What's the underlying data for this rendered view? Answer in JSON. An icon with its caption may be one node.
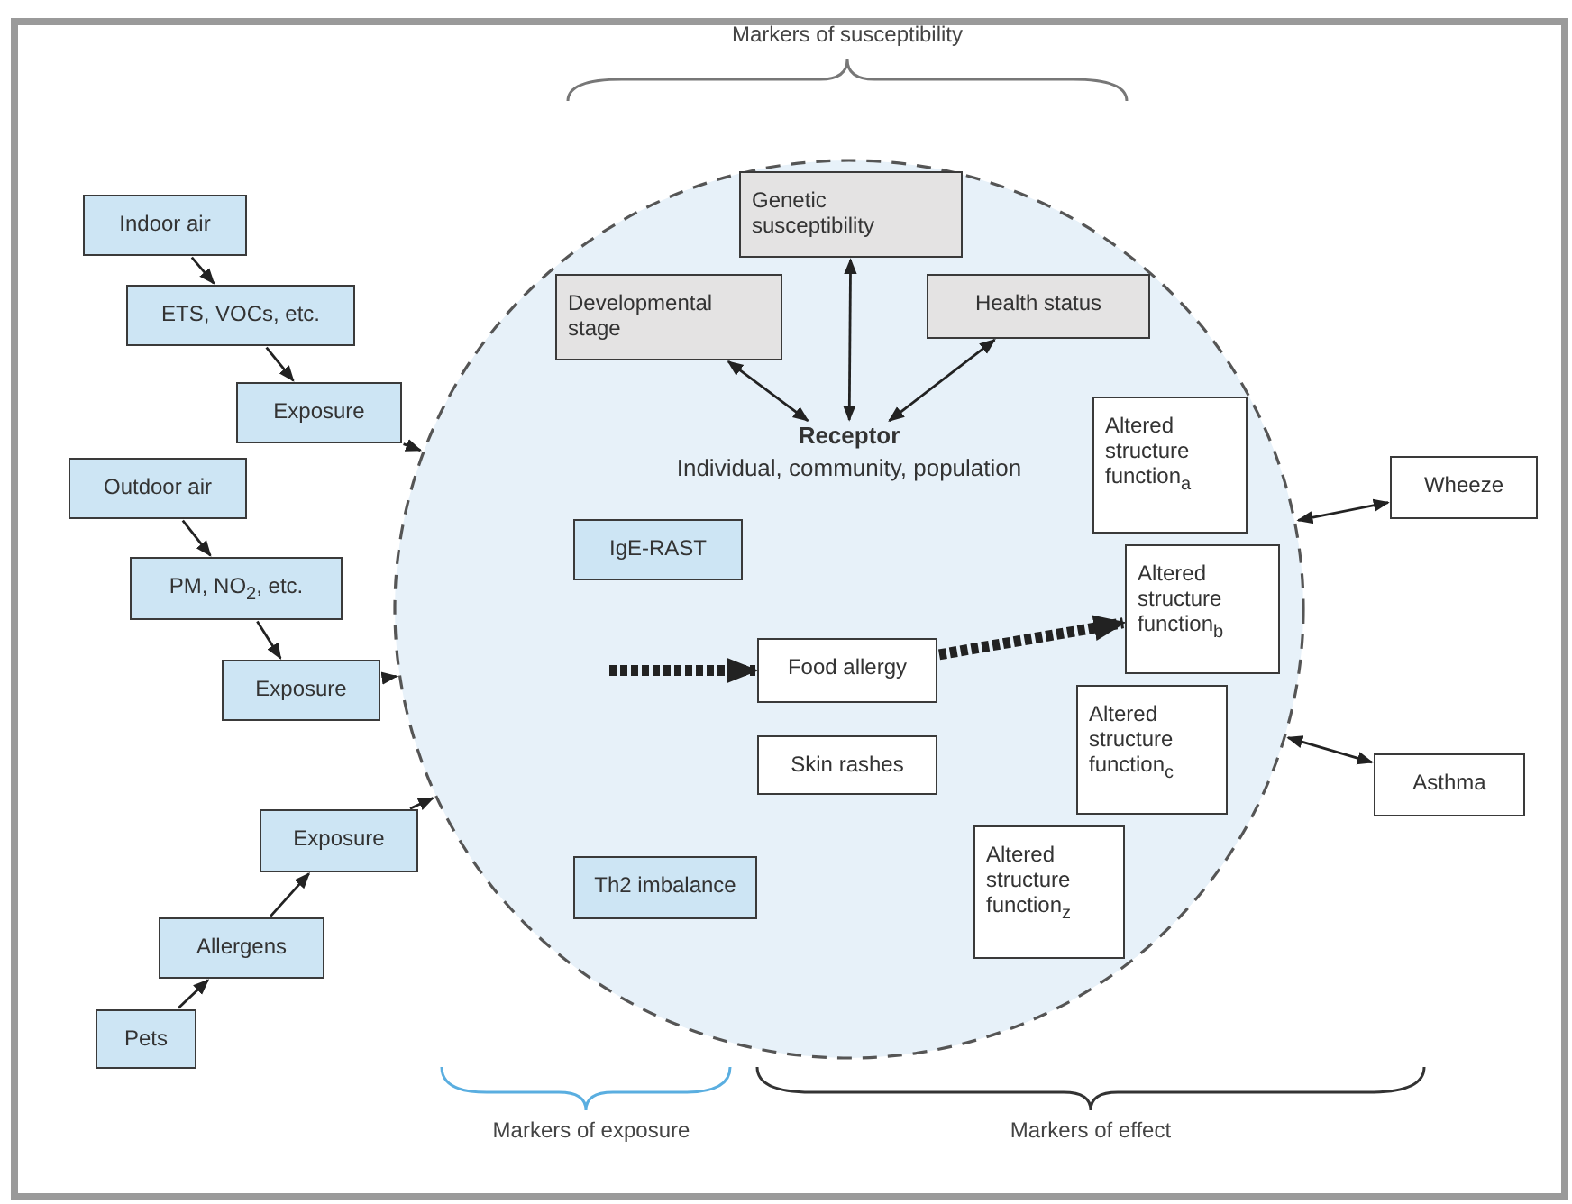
{
  "diagram": {
    "nodes": [
      {
        "text": [],
        "shape": "circle"
      },
      {
        "text": [
          "Genetic susceptibility"
        ],
        "in": 0
      },
      {
        "text": [
          "Developmental stage"
        ],
        "in": 0
      },
      {
        "text": [
          "Health status"
        ],
        "in": 0
      },
      {
        "text": [
          "Receptor",
          "Individual, community, population"
        ],
        "in": 0
      },
      {
        "text": [
          "Indoor air"
        ]
      },
      {
        "text": [
          "ETS, VOCs, etc."
        ]
      },
      {
        "text": [
          "Exposure"
        ]
      },
      {
        "text": [
          "Outdoor air"
        ]
      },
      {
        "text": [
          "PM, NO$_{2}$, etc."
        ]
      },
      {
        "text": [
          "Exposure"
        ]
      },
      {
        "text": [
          "IgE-RAST"
        ],
        "in": 0
      },
      {
        "text": [
          "Food allergy"
        ],
        "in": 0
      },
      {
        "text": [
          "Skin rashes"
        ],
        "in": 0
      },
      {
        "text": [
          "Altered structure function$_{a}$"
        ],
        "in": 0
      },
      {
        "text": [
          "Altered structure function$_{b}$"
        ],
        "in": 0
      },
      {
        "text": [
          "Altered structure function$_{c}$"
        ],
        "in": 0
      },
      {
        "text": [
          "Th2 imbalance"
        ],
        "in": 0
      },
      {
        "text": [
          "Altered structure function$_{z}$"
        ],
        "in": 0
      },
      {
        "text": [
          "Wheeze"
        ]
      },
      {
        "text": [
          "Exposure"
        ]
      },
      {
        "text": [
          "Allergens"
        ]
      },
      {
        "text": [
          "Pets"
        ]
      },
      {
        "text": [
          "Asthma"
        ]
      }
    ],
    "edges": [
      {
        "from": 5,
        "to": 6,
        "arrow": "to"
      },
      {
        "from": 6,
        "to": 7,
        "arrow": "to"
      },
      {
        "from": 7,
        "to": 0,
        "arrow": "to"
      },
      {
        "from": 8,
        "to": 9,
        "arrow": "to"
      },
      {
        "from": 9,
        "to": 10,
        "arrow": "to"
      },
      {
        "from": 10,
        "to": 0,
        "arrow": "to"
      },
      {
        "from": 22,
        "to": 21,
        "arrow": "to"
      },
      {
        "from": 21,
        "to": 20,
        "arrow": "to"
      },
      {
        "from": 20,
        "to": 0,
        "arrow": "to"
      },
      {
        "from": 1,
        "to": 4,
        "arrow": "both"
      },
      {
        "from": 2,
        "to": 4,
        "arrow": "both"
      },
      {
        "from": 3,
        "to": 4,
        "arrow": "both"
      },
      {
        "from": null,
        "to": 12,
        "arrow": "to",
        "style": "dashed"
      },
      {
        "from": 12,
        "to": 15,
        "arrow": "to",
        "style": "dashed"
      },
      {
        "from": 0,
        "to": 19,
        "arrow": "both"
      },
      {
        "from": 0,
        "to": 23,
        "arrow": "both"
      }
    ],
    "labels": [
      "Markers of susceptibility",
      "Markers of exposure",
      "Markers of effect"
    ]
  }
}
